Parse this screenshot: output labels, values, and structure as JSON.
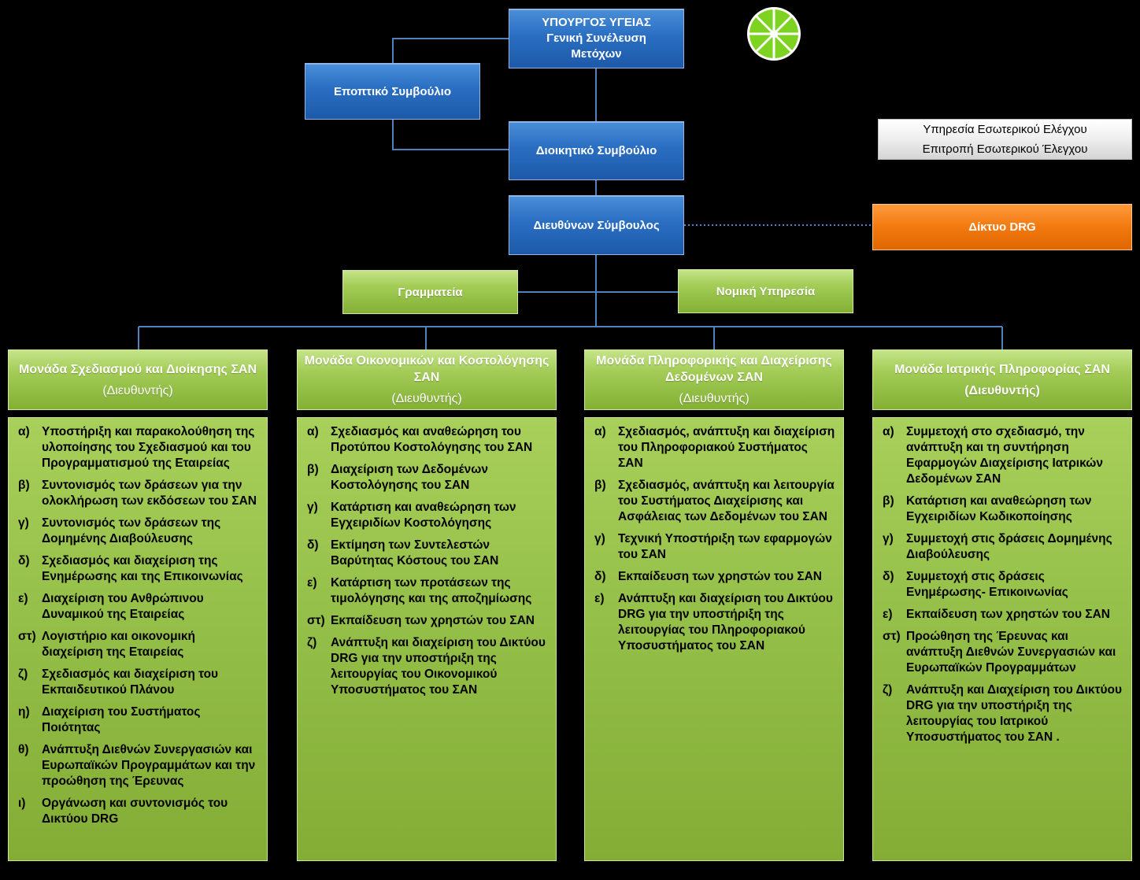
{
  "top": {
    "ministry": [
      "ΥΠΟΥΡΓΟΣ ΥΓΕΙΑΣ",
      "Γενική Συνέλευση",
      "Μετόχων"
    ],
    "supervisory": "Εποπτικό Συμβούλιο",
    "board": "Διοικητικό Συμβούλιο",
    "ceo": "Διευθύνων Σύμβουλος",
    "drg": "Δίκτυο DRG",
    "secretariat": "Γραμματεία",
    "legal": "Νομική Υπηρεσία"
  },
  "audit": {
    "service": "Υπηρεσία Εσωτερικού Ελέγχου",
    "committee": "Επιτροπή Εσωτερικού Έλεγχου"
  },
  "colors": {
    "background": "#000000",
    "blue": "#2a6ec2",
    "green": "#96c14a",
    "orange": "#f2790f",
    "lines": "#4f81bd",
    "logo": "#7ed321"
  },
  "logo_icon": "lime-slice-icon",
  "units": [
    {
      "title": "Μονάδα Σχεδιασμού και Διοίκησης ΣΑΝ",
      "director": "(Διευθυντής)",
      "items": [
        {
          "label": "α)",
          "text": "Υποστήριξη και παρακολούθηση της υλοποίησης του Σχεδιασμού και του Προγραμματισμού της Εταιρείας"
        },
        {
          "label": "β)",
          "text": "Συντονισμός των δράσεων για την ολοκλήρωση των εκδόσεων του ΣΑΝ"
        },
        {
          "label": "γ)",
          "text": "Συντονισμός των δράσεων της Δομημένης Διαβούλευσης"
        },
        {
          "label": "δ)",
          "text": "Σχεδιασμός και διαχείριση της Ενημέρωσης και της Επικοινωνίας"
        },
        {
          "label": "ε)",
          "text": "Διαχείριση του Ανθρώπινου Δυναμικού της Εταιρείας"
        },
        {
          "label": "στ)",
          "text": "Λογιστήριο και οικονομική διαχείριση της Εταιρείας"
        },
        {
          "label": "ζ)",
          "text": "Σχεδιασμός και διαχείριση του Εκπαιδευτικού Πλάνου"
        },
        {
          "label": "η)",
          "text": "Διαχείριση του Συστήματος Ποιότητας"
        },
        {
          "label": "θ)",
          "text": "Ανάπτυξη Διεθνών Συνεργασιών και Ευρωπαϊκών Προγραμμάτων και την προώθηση της Έρευνας"
        },
        {
          "label": "ι)",
          "text": "Οργάνωση και συντονισμός του Δικτύου DRG"
        }
      ]
    },
    {
      "title": "Μονάδα Οικονομικών και Κοστολόγησης ΣΑΝ",
      "director": "(Διευθυντής)",
      "items": [
        {
          "label": "α)",
          "text": "Σχεδιασμός και αναθεώρηση του Προτύπου Κοστολόγησης του ΣΑΝ"
        },
        {
          "label": "β)",
          "text": "Διαχείριση των Δεδομένων Κοστολόγησης του ΣΑΝ"
        },
        {
          "label": "γ)",
          "text": "Κατάρτιση και αναθεώρηση των Εγχειριδίων Κοστολόγησης"
        },
        {
          "label": "δ)",
          "text": "Εκτίμηση των Συντελεστών Βαρύτητας Κόστους του ΣΑΝ"
        },
        {
          "label": "ε)",
          "text": "Κατάρτιση των προτάσεων της τιμολόγησης και της αποζημίωσης"
        },
        {
          "label": "στ)",
          "text": "Εκπαίδευση των χρηστών του ΣΑΝ"
        },
        {
          "label": "ζ)",
          "text": "Ανάπτυξη και διαχείριση του Δικτύου DRG για την υποστήριξη της λειτουργίας του Οικονομικού Υποσυστήματος του ΣΑΝ"
        }
      ]
    },
    {
      "title": "Μονάδα Πληροφορικής και Διαχείρισης Δεδομένων ΣΑΝ",
      "director": "(Διευθυντής)",
      "items": [
        {
          "label": "α)",
          "text": "Σχεδιασμός, ανάπτυξη και διαχείριση του Πληροφοριακού Συστήματος ΣΑΝ"
        },
        {
          "label": "β)",
          "text": "Σχεδιασμός, ανάπτυξη και λειτουργία του Συστήματος Διαχείρισης και Ασφάλειας των Δεδομένων του ΣΑΝ"
        },
        {
          "label": "γ)",
          "text": "Τεχνική Υποστήριξη των εφαρμογών του ΣΑΝ"
        },
        {
          "label": "δ)",
          "text": "Εκπαίδευση των χρηστών του ΣΑΝ"
        },
        {
          "label": "ε)",
          "text": "Ανάπτυξη και διαχείριση του Δικτύου DRG για την υποστήριξη της λειτουργίας του Πληροφοριακού Υποσυστήματος του ΣΑΝ"
        }
      ]
    },
    {
      "title": "Μονάδα Ιατρικής Πληροφορίας ΣΑΝ",
      "director": "(Διευθυντής)",
      "items": [
        {
          "label": "α)",
          "text": "Συμμετοχή στο σχεδιασμό, την ανάπτυξη και τη συντήρηση Εφαρμογών Διαχείρισης Ιατρικών Δεδομένων ΣΑΝ"
        },
        {
          "label": "β)",
          "text": "Κατάρτιση και αναθεώρηση των Εγχειριδίων Κωδικοποίησης"
        },
        {
          "label": "γ)",
          "text": "Συμμετοχή στις δράσεις Δομημένης Διαβούλευσης"
        },
        {
          "label": "δ)",
          "text": "Συμμετοχή στις δράσεις Ενημέρωσης- Επικοινωνίας"
        },
        {
          "label": "ε)",
          "text": "Εκπαίδευση των χρηστών του ΣΑΝ"
        },
        {
          "label": "στ)",
          "text": "Προώθηση της Έρευνας και ανάπτυξη Διεθνών Συνεργασιών και Ευρωπαϊκών Προγραμμάτων"
        },
        {
          "label": "ζ)",
          "text": "Ανάπτυξη και Διαχείριση του Δικτύου DRG για την υποστήριξη της λειτουργίας του Ιατρικού Υποσυστήματος του ΣΑΝ ."
        }
      ]
    }
  ]
}
